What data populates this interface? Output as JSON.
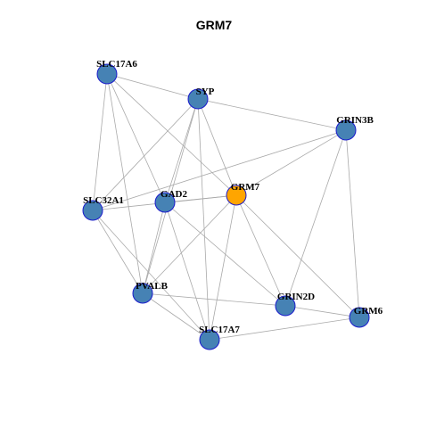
{
  "title": "GRM7",
  "colors": {
    "node": "#4682b4",
    "hub": "#ffa500",
    "edge": "#aaaaaa",
    "border": "#1a1acc"
  },
  "nodes": [
    {
      "id": "SLC17A6",
      "label": "SLC17A6",
      "hub": false
    },
    {
      "id": "SYP",
      "label": "SYP",
      "hub": false
    },
    {
      "id": "GRIN3B",
      "label": "GRIN3B",
      "hub": false
    },
    {
      "id": "GRM7",
      "label": "GRM7",
      "hub": true
    },
    {
      "id": "GAD2",
      "label": "GAD2",
      "hub": false
    },
    {
      "id": "SLC32A1",
      "label": "SLC32A1",
      "hub": false
    },
    {
      "id": "PVALB",
      "label": "PVALB",
      "hub": false
    },
    {
      "id": "GRIN2D",
      "label": "GRIN2D",
      "hub": false
    },
    {
      "id": "GRM6",
      "label": "GRM6",
      "hub": false
    },
    {
      "id": "SLC17A7",
      "label": "SLC17A7",
      "hub": false
    }
  ],
  "edges": [
    [
      "SLC17A6",
      "SYP"
    ],
    [
      "SLC17A6",
      "SLC32A1"
    ],
    [
      "SLC17A6",
      "GAD2"
    ],
    [
      "SLC17A6",
      "PVALB"
    ],
    [
      "SLC17A6",
      "GRM7"
    ],
    [
      "SYP",
      "GRIN3B"
    ],
    [
      "SYP",
      "SLC32A1"
    ],
    [
      "SYP",
      "GAD2"
    ],
    [
      "SYP",
      "PVALB"
    ],
    [
      "SYP",
      "GRM7"
    ],
    [
      "SYP",
      "SLC17A7"
    ],
    [
      "GRIN3B",
      "GRM7"
    ],
    [
      "GRIN3B",
      "GRIN2D"
    ],
    [
      "GRIN3B",
      "GRM6"
    ],
    [
      "GRIN3B",
      "SLC32A1"
    ],
    [
      "GRM7",
      "GAD2"
    ],
    [
      "GRM7",
      "SLC32A1"
    ],
    [
      "GRM7",
      "PVALB"
    ],
    [
      "GRM7",
      "SLC17A7"
    ],
    [
      "GRM7",
      "GRIN2D"
    ],
    [
      "GRM7",
      "GRM6"
    ],
    [
      "GAD2",
      "PVALB"
    ],
    [
      "GAD2",
      "SLC17A7"
    ],
    [
      "GAD2",
      "GRIN2D"
    ],
    [
      "SLC32A1",
      "PVALB"
    ],
    [
      "SLC32A1",
      "SLC17A7"
    ],
    [
      "PVALB",
      "GRIN2D"
    ],
    [
      "PVALB",
      "SLC17A7"
    ],
    [
      "GRIN2D",
      "GRM6"
    ],
    [
      "SLC17A7",
      "GRM6"
    ]
  ]
}
